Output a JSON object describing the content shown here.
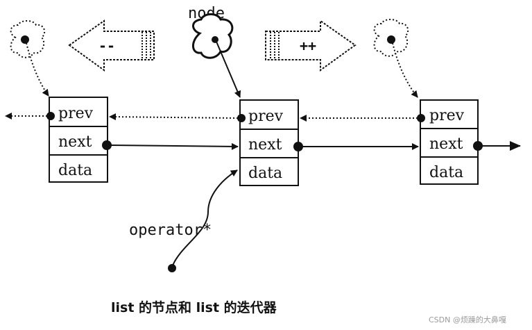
{
  "labels": {
    "node": "node",
    "operator": "operator*",
    "decrement": "--",
    "increment": "++"
  },
  "nodes": [
    {
      "fields": [
        "prev",
        "next",
        "data"
      ]
    },
    {
      "fields": [
        "prev",
        "next",
        "data"
      ]
    },
    {
      "fields": [
        "prev",
        "next",
        "data"
      ]
    }
  ],
  "caption": "list 的节点和 list 的迭代器",
  "watermark": "CSDN @烦躁的大鼻嘎"
}
